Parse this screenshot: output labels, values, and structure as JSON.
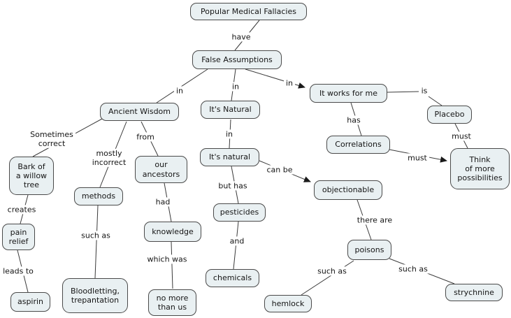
{
  "diagram": {
    "type": "concept-map",
    "colors": {
      "background": "#ffffff",
      "node_fill": "#e9f0f2",
      "node_border": "#4a4a4a",
      "line": "#3a3a3a",
      "text": "#151515"
    }
  },
  "nodes": {
    "popular_medical_fallacies": {
      "label": "Popular Medical Fallacies"
    },
    "false_assumptions": {
      "label": "False Assumptions"
    },
    "ancient_wisdom": {
      "label": "Ancient Wisdom"
    },
    "its_natural_title": {
      "label": "It's Natural"
    },
    "it_works_for_me": {
      "label": "It works for me"
    },
    "placebo": {
      "label": "Placebo"
    },
    "correlations": {
      "label": "Correlations"
    },
    "think_of_more_possibilities": {
      "label": "Think\nof more\npossibilities"
    },
    "objectionable": {
      "label": "objectionable"
    },
    "bark_of_a_willow_tree": {
      "label": "Bark of\na willow\ntree"
    },
    "methods": {
      "label": "methods"
    },
    "our_ancestors": {
      "label": "our\nancestors"
    },
    "knowledge": {
      "label": "knowledge"
    },
    "no_more_than_us": {
      "label": "no more\nthan us"
    },
    "its_natural_lower": {
      "label": "It's natural"
    },
    "pesticides": {
      "label": "pesticides"
    },
    "chemicals": {
      "label": "chemicals"
    },
    "poisons": {
      "label": "poisons"
    },
    "hemlock": {
      "label": "hemlock"
    },
    "strychnine": {
      "label": "strychnine"
    },
    "aspirin": {
      "label": "aspirin"
    },
    "bloodletting_trepantation": {
      "label": "Bloodletting,\ntrepantation"
    },
    "pain_relief": {
      "label": "pain\nrelief"
    }
  },
  "links": {
    "have": "have",
    "in_ancient_wisdom": "in",
    "in_its_natural": "in",
    "in_it_works": "in",
    "is": "is",
    "has": "has",
    "must_placebo": "must",
    "must_correlations": "must",
    "sometimes_correct": "Sometimes\ncorrect",
    "mostly_incorrect": "mostly\nincorrect",
    "from": "from",
    "creates": "creates",
    "leads_to": "leads to",
    "such_as_bloodletting": "such as",
    "had": "had",
    "which_was": "which was",
    "in_its_natural_lower": "in",
    "but_has": "but has",
    "and": "and",
    "can_be": "can be",
    "there_are": "there are",
    "such_as_hemlock": "such as",
    "such_as_strychnine": "such as"
  }
}
